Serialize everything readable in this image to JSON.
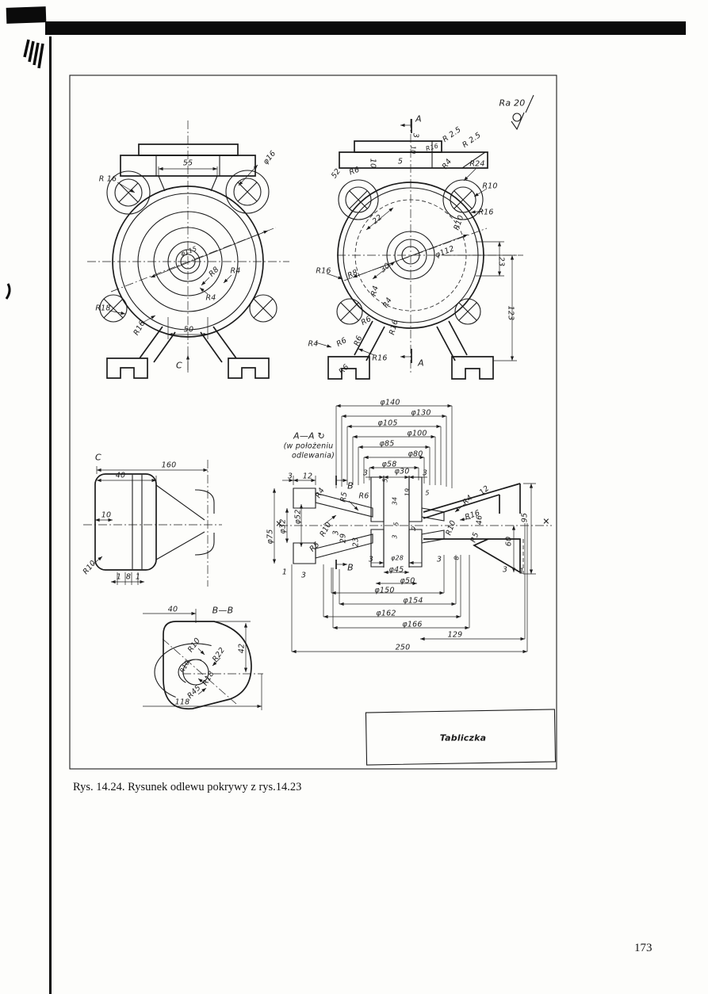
{
  "figure": {
    "caption": "Rys. 14.24. Rysunek odlewu pokrywy z rys.14.23",
    "page_number": "173",
    "surface_finish": "Ra 20",
    "title_block": "Tabliczka"
  },
  "labels": {
    "front": [
      "55",
      "φ16",
      "R 16",
      "φ115",
      "R8",
      "R4",
      "R4",
      "R18",
      "R16",
      "50",
      "C"
    ],
    "back": [
      "A",
      "3",
      "R 2.5",
      "R 2.5",
      "R16",
      "10",
      "R24",
      "R10",
      "R16",
      "52",
      "R6",
      "10",
      "5",
      "R4",
      "22",
      "R10",
      "φ112",
      "23",
      "123",
      "R16",
      "R8",
      "R4",
      "30",
      "R4",
      "R6",
      "R16",
      "R4",
      "R6",
      "R6",
      "R16",
      "R6",
      "A"
    ],
    "section_title": [
      "A—A ↻",
      "(w położeniu",
      "odlewania)"
    ],
    "sec_top": [
      "φ140",
      "φ130",
      "φ105",
      "φ100",
      "φ85",
      "φ80",
      "φ58",
      "3",
      "φ30",
      "3"
    ],
    "sec_left": [
      "3",
      "12",
      "B",
      "B",
      "R4",
      "R5",
      "R6",
      "φ75",
      "φ32",
      "φ52",
      "R10",
      "R5",
      "3",
      "29",
      "23",
      "1",
      "3"
    ],
    "sec_mid": [
      "5",
      "34",
      "19",
      "5",
      "5",
      "3",
      "9",
      "R4",
      "R10",
      "R16",
      "R5",
      "8"
    ],
    "sec_right": [
      "12",
      "46",
      "95",
      "60",
      "3",
      "1"
    ],
    "sec_bottom": [
      "3",
      "φ28",
      "3",
      "φ45",
      "φ50",
      "φ150",
      "φ154",
      "φ162",
      "φ166",
      "129",
      "250"
    ],
    "sec_marks": [
      "✕",
      "✕"
    ],
    "view_c": [
      "C",
      "160",
      "40",
      "10",
      "R10",
      "1",
      "8",
      "1"
    ],
    "view_bb": [
      "B—B",
      "40",
      "42",
      "R10",
      "R22",
      "R10",
      "R18",
      "R45",
      "118"
    ]
  }
}
